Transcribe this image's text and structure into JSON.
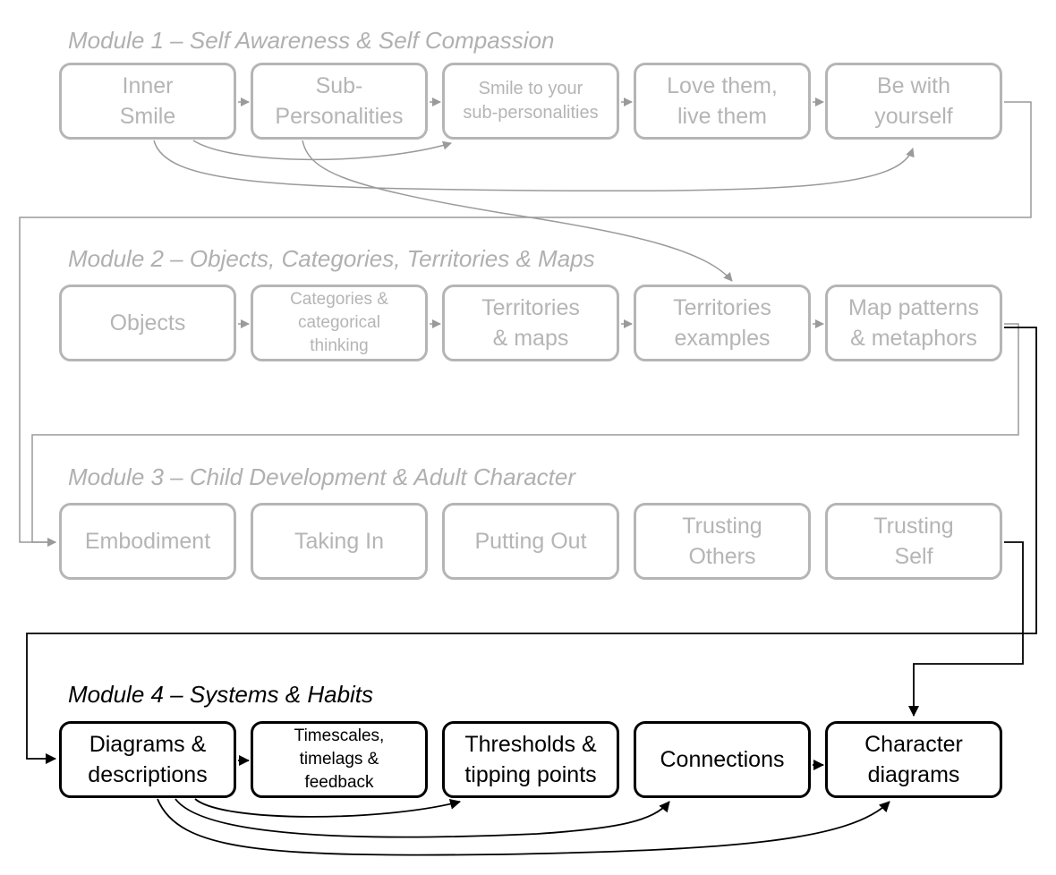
{
  "modules": [
    {
      "title": "Module 1 – Self Awareness & Self Compassion",
      "state": "faded",
      "boxes": [
        {
          "label": "Inner\nSmile"
        },
        {
          "label": "Sub-\nPersonalities"
        },
        {
          "label": "Smile to your\nsub-personalities"
        },
        {
          "label": "Love them,\nlive them"
        },
        {
          "label": "Be with\nyourself"
        }
      ]
    },
    {
      "title": "Module 2 – Objects, Categories, Territories & Maps",
      "state": "faded",
      "boxes": [
        {
          "label": "Objects"
        },
        {
          "label": "Categories &\ncategorical\nthinking"
        },
        {
          "label": "Territories\n& maps"
        },
        {
          "label": "Territories\nexamples"
        },
        {
          "label": "Map patterns\n& metaphors"
        }
      ]
    },
    {
      "title": "Module 3 – Child Development & Adult Character",
      "state": "faded",
      "boxes": [
        {
          "label": "Embodiment"
        },
        {
          "label": "Taking In"
        },
        {
          "label": "Putting Out"
        },
        {
          "label": "Trusting\nOthers"
        },
        {
          "label": "Trusting\nSelf"
        }
      ]
    },
    {
      "title": "Module 4 – Systems & Habits",
      "state": "active",
      "boxes": [
        {
          "label": "Diagrams &\ndescriptions"
        },
        {
          "label": "Timescales,\ntimelags &\nfeedback"
        },
        {
          "label": "Thresholds &\ntipping points"
        },
        {
          "label": "Connections"
        },
        {
          "label": "Character\ndiagrams"
        }
      ]
    }
  ],
  "colors": {
    "faded": "#b5b5b5",
    "active": "#000000"
  }
}
